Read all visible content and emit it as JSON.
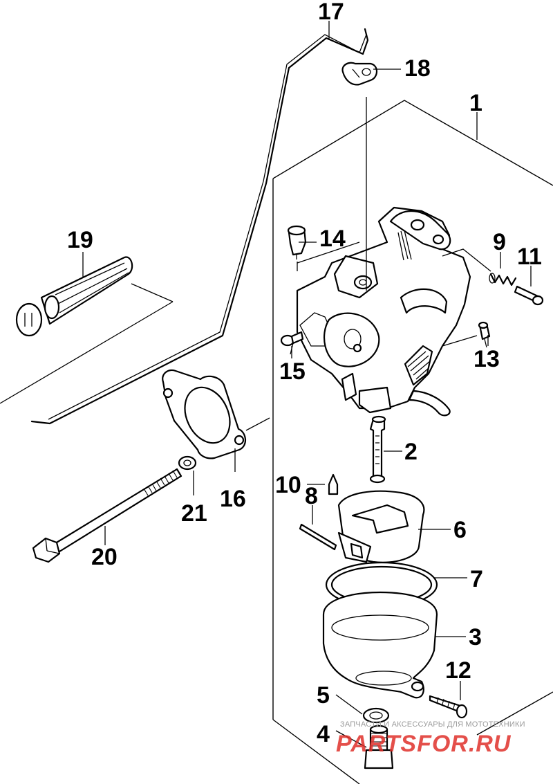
{
  "callouts": [
    {
      "id": "1",
      "label": "1"
    },
    {
      "id": "2",
      "label": "2"
    },
    {
      "id": "3",
      "label": "3"
    },
    {
      "id": "4",
      "label": "4"
    },
    {
      "id": "5",
      "label": "5"
    },
    {
      "id": "6",
      "label": "6"
    },
    {
      "id": "7",
      "label": "7"
    },
    {
      "id": "8",
      "label": "8"
    },
    {
      "id": "9",
      "label": "9"
    },
    {
      "id": "10",
      "label": "10"
    },
    {
      "id": "11",
      "label": "11"
    },
    {
      "id": "12",
      "label": "12"
    },
    {
      "id": "13",
      "label": "13"
    },
    {
      "id": "14",
      "label": "14"
    },
    {
      "id": "15",
      "label": "15"
    },
    {
      "id": "16",
      "label": "16"
    },
    {
      "id": "17",
      "label": "17"
    },
    {
      "id": "18",
      "label": "18"
    },
    {
      "id": "19",
      "label": "19"
    },
    {
      "id": "20",
      "label": "20"
    },
    {
      "id": "21",
      "label": "21"
    }
  ],
  "watermark": {
    "caption": "ЗАПЧАСТИ И АКСЕССУАРЫ ДЛЯ МОТОТЕХНИКИ",
    "logo": "PARTSFOR.RU"
  },
  "colors": {
    "line": "#000000",
    "background": "#ffffff",
    "watermark_logo": "#e0312b",
    "watermark_caption": "#9a9a9a"
  }
}
